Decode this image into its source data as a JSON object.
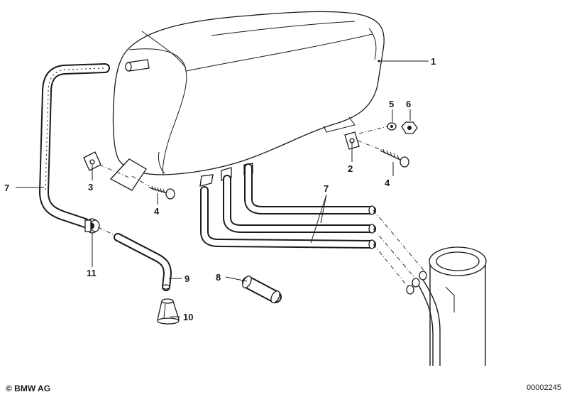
{
  "callouts": {
    "p1": "1",
    "p2": "2",
    "p3": "3",
    "p4a": "4",
    "p4b": "4",
    "p5": "5",
    "p6": "6",
    "p7a": "7",
    "p7b": "7",
    "p8": "8",
    "p9": "9",
    "p10": "10",
    "p11": "11"
  },
  "footer": {
    "copyright": "© BMW AG",
    "drawing_number": "00002245"
  }
}
